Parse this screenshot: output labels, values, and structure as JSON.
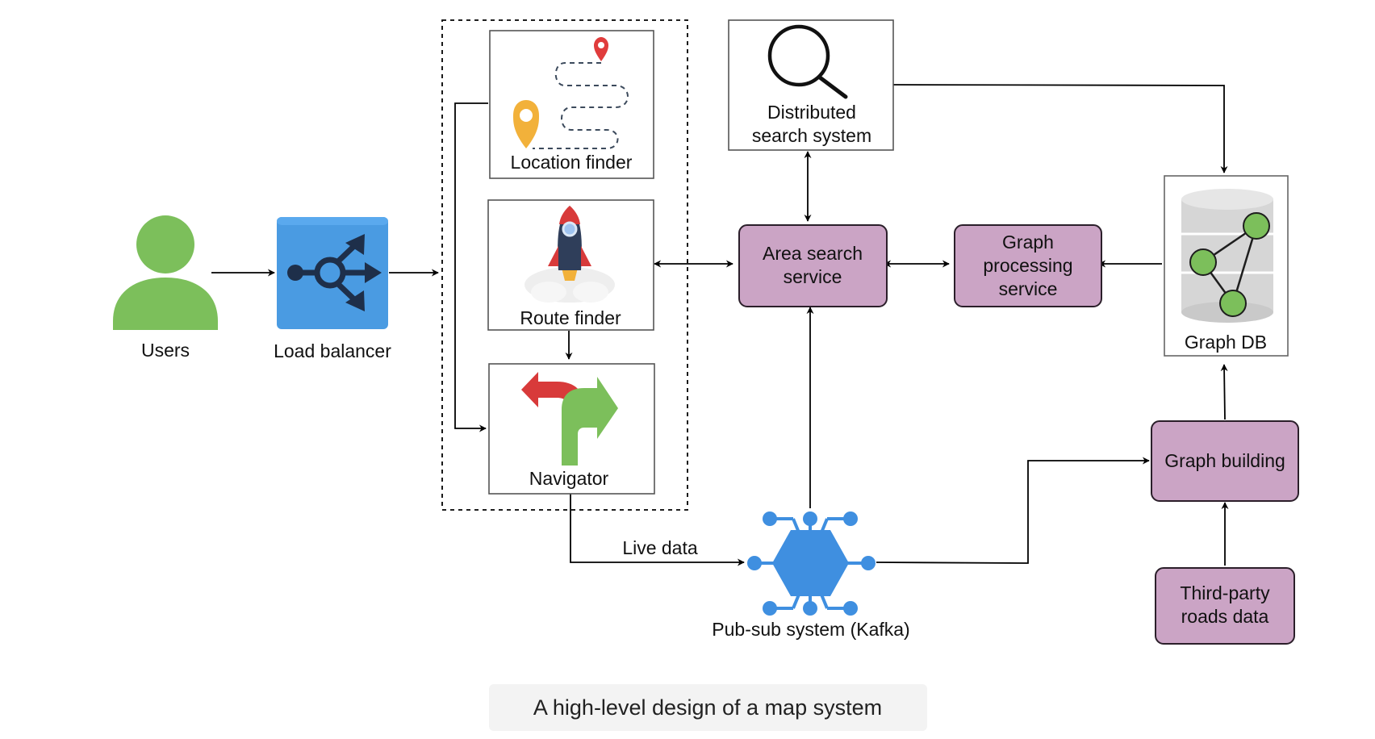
{
  "colors": {
    "service_fill": "#cba4c5",
    "service_stroke": "#2b1f2a",
    "user_green": "#7cbf5b",
    "lb_blue": "#4a9be2",
    "kafka_blue": "#3f8fe0",
    "caption_bg": "#f3f3f3"
  },
  "nodes": {
    "users": {
      "label": "Users",
      "icon": "user-icon"
    },
    "load_balancer": {
      "label": "Load balancer",
      "icon": "load-balancer-icon"
    },
    "location_finder": {
      "label": "Location finder",
      "icon": "map-route-pins-icon"
    },
    "route_finder": {
      "label": "Route finder",
      "icon": "rocket-icon"
    },
    "navigator": {
      "label": "Navigator",
      "icon": "turn-arrows-icon"
    },
    "distributed_search": {
      "line1": "Distributed",
      "line2": "search system",
      "icon": "magnifier-icon"
    },
    "area_search": {
      "line1": "Area search",
      "line2": "service"
    },
    "graph_processing": {
      "line1": "Graph",
      "line2": "processing",
      "line3": "service"
    },
    "graph_db": {
      "label": "Graph DB",
      "icon": "graph-database-icon"
    },
    "graph_building": {
      "label": "Graph building"
    },
    "third_party": {
      "line1": "Third-party",
      "line2": "roads data"
    },
    "pubsub": {
      "label": "Pub-sub system (Kafka)",
      "icon": "kafka-hexagon-icon"
    }
  },
  "edges": {
    "live_data_label": "Live data"
  },
  "caption": "A high-level design of a map system"
}
